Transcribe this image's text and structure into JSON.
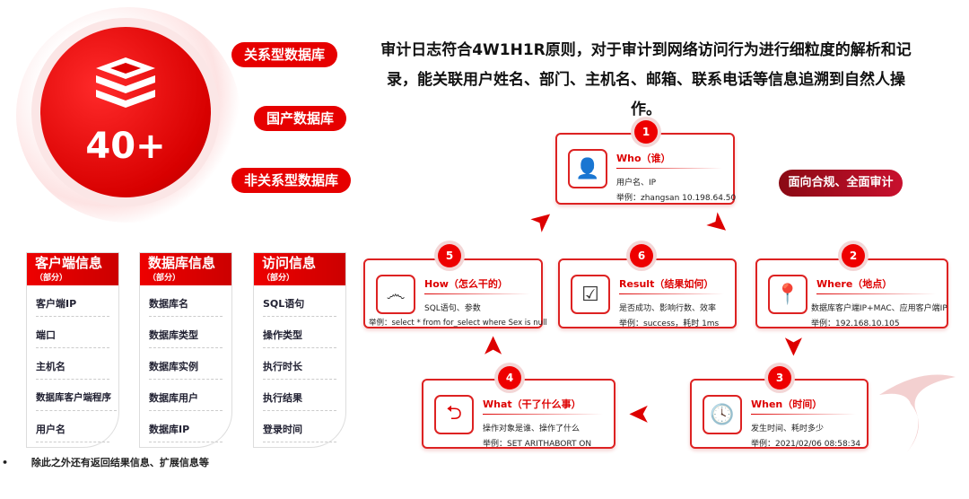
{
  "hero": {
    "count": "40+",
    "db_types": [
      "关系型数据库",
      "国产数据库",
      "非关系型数据库"
    ]
  },
  "intro": "审计日志符合4W1H1R原则，对于审计到网络访问行为进行细粒度的解析和记录，能关联用户姓名、部门、主机名、邮箱、联系电话等信息追溯到自然人操作。",
  "badge": "面向合规、全面审计",
  "cards": [
    {
      "num": "1",
      "title": "Who（谁）",
      "desc": "用户名、IP",
      "example": "举例：zhangsan 10.198.64.50",
      "icon": "user-plus-icon"
    },
    {
      "num": "2",
      "title": "Where（地点）",
      "desc": "数据库客户端IP+MAC、应用客户端IP",
      "example": "举例：192.168.10.105",
      "icon": "location-pin-icon"
    },
    {
      "num": "3",
      "title": "When（时间）",
      "desc": "发生时间、耗时多少",
      "example": "举例：2021/02/06 08:58:34",
      "icon": "clock-icon"
    },
    {
      "num": "4",
      "title": "What（干了什么事）",
      "desc": "操作对象是谁、操作了什么",
      "example": "举例：SET ARITHABORT ON",
      "icon": "return-icon"
    },
    {
      "num": "5",
      "title": "How（怎么干的）",
      "desc": "SQL语句、参数",
      "example": "举例：select * from for_select where Sex is  null",
      "icon": "fingerprint-icon"
    },
    {
      "num": "6",
      "title": "Result（结果如何）",
      "desc": "是否成功、影响行数、效率",
      "example": "举例：success，耗时 1ms",
      "icon": "calendar-check-icon"
    }
  ],
  "columns": [
    {
      "title": "客户端信息",
      "sub": "（部分）",
      "items": [
        "客户端IP",
        "端口",
        "主机名",
        "数据库客户端程序",
        "用户名"
      ]
    },
    {
      "title": "数据库信息",
      "sub": "（部分）",
      "items": [
        "数据库名",
        "数据库类型",
        "数据库实例",
        "数据库用户",
        "数据库IP"
      ]
    },
    {
      "title": "访问信息",
      "sub": "（部分）",
      "items": [
        "SQL语句",
        "操作类型",
        "执行时长",
        "执行结果",
        "登录时间"
      ]
    }
  ],
  "footnote": {
    "bullet": "•",
    "text": "除此之外还有返回结果信息、扩展信息等"
  }
}
